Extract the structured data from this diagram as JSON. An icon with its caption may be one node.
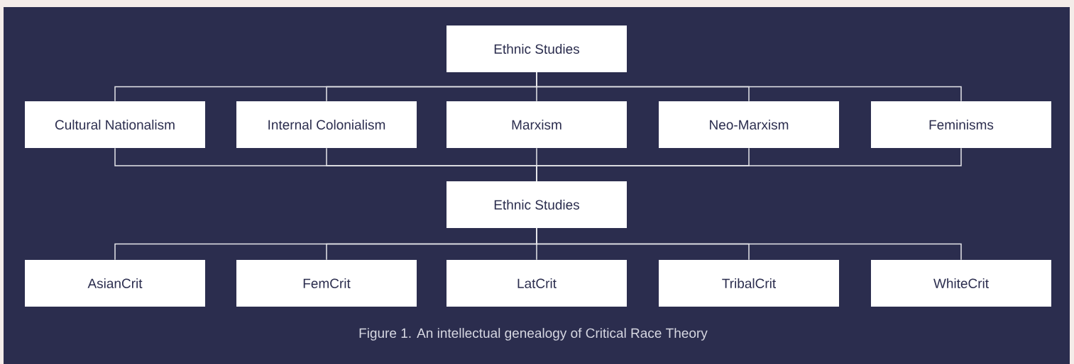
{
  "diagram": {
    "caption": "Figure 1. An intellectual genealogy of Critical Race Theory",
    "nodes": [
      {
        "text": [
          "Ethnic Studies"
        ]
      },
      {
        "text": [
          "Cultural Nationalism"
        ]
      },
      {
        "text": [
          "Internal Colonialism"
        ]
      },
      {
        "text": [
          "Marxism"
        ]
      },
      {
        "text": [
          "Neo-Marxism"
        ]
      },
      {
        "text": [
          "Feminisms"
        ]
      },
      {
        "text": [
          "Ethnic Studies"
        ]
      },
      {
        "text": [
          "AsianCrit"
        ]
      },
      {
        "text": [
          "FemCrit"
        ]
      },
      {
        "text": [
          "LatCrit"
        ]
      },
      {
        "text": [
          "TribalCrit"
        ]
      },
      {
        "text": [
          "WhiteCrit"
        ]
      }
    ],
    "edges": [
      {
        "from": 0,
        "to": 1,
        "arrow": "none"
      },
      {
        "from": 0,
        "to": 2,
        "arrow": "none"
      },
      {
        "from": 0,
        "to": 3,
        "arrow": "none"
      },
      {
        "from": 0,
        "to": 4,
        "arrow": "none"
      },
      {
        "from": 0,
        "to": 5,
        "arrow": "none"
      },
      {
        "from": 1,
        "to": 6,
        "arrow": "none"
      },
      {
        "from": 2,
        "to": 6,
        "arrow": "none"
      },
      {
        "from": 3,
        "to": 6,
        "arrow": "none"
      },
      {
        "from": 4,
        "to": 6,
        "arrow": "none"
      },
      {
        "from": 5,
        "to": 6,
        "arrow": "none"
      },
      {
        "from": 6,
        "to": 7,
        "arrow": "none"
      },
      {
        "from": 6,
        "to": 8,
        "arrow": "none"
      },
      {
        "from": 6,
        "to": 9,
        "arrow": "none"
      },
      {
        "from": 6,
        "to": 10,
        "arrow": "none"
      },
      {
        "from": 6,
        "to": 11,
        "arrow": "none"
      }
    ]
  }
}
